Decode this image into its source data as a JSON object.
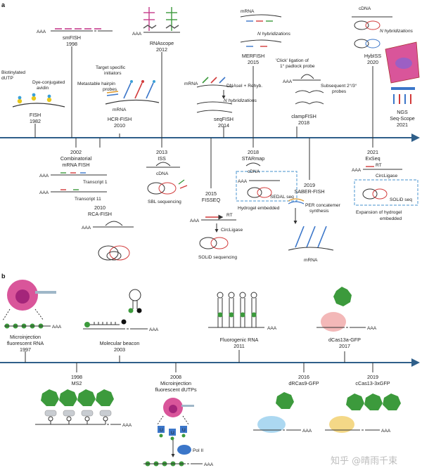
{
  "panel_a": "a",
  "panel_b": "b",
  "a": {
    "top": [
      {
        "id": "fish",
        "lines": [
          "FISH",
          "1982"
        ],
        "extras": [
          "Biotinylated",
          "dUTP",
          "Dye-conjugated",
          "avidin"
        ]
      },
      {
        "id": "smfish",
        "lines": [
          "smFISH",
          "1998"
        ],
        "extras": [
          "AAA"
        ]
      },
      {
        "id": "hcr",
        "lines": [
          "HCR-FISH",
          "2010"
        ],
        "extras": [
          "Target specific",
          "initiators",
          "Metastable hairpin",
          "probes",
          "mRNA"
        ]
      },
      {
        "id": "rnascope",
        "lines": [
          "RNAscope",
          "2012"
        ],
        "extras": [
          "AAA"
        ]
      },
      {
        "id": "seqfish",
        "lines": [
          "seqFISH",
          "2014"
        ],
        "extras": [
          "mRNA",
          "DNAseI + Rehyb.",
          "N hybridizations"
        ]
      },
      {
        "id": "merfish",
        "lines": [
          "MERFISH",
          "2015"
        ],
        "extras": [
          "mRNA",
          "N hybridizations"
        ]
      },
      {
        "id": "clampfish",
        "lines": [
          "clampFISH",
          "2018"
        ],
        "extras": [
          "'Click' ligation of",
          "1° padlock probe",
          "AAA",
          "Subsequent 2°/3°",
          "probes"
        ]
      },
      {
        "id": "hybiss",
        "lines": [
          "HybISS",
          "2020"
        ],
        "extras": [
          "cDNA",
          "N hybridizations"
        ]
      },
      {
        "id": "seqscope",
        "lines": [
          "NGS",
          "Seq-Scope",
          "2021"
        ],
        "extras": []
      }
    ],
    "bottom": [
      {
        "id": "combi",
        "lines": [
          "2002",
          "Combinatorial",
          "mRNA FISH"
        ],
        "extras": [
          "AAA",
          "Transcript 1",
          "AAA",
          "Transcript 11"
        ]
      },
      {
        "id": "rca",
        "lines": [
          "2010",
          "RCA-FISH"
        ],
        "extras": [
          "AAA"
        ]
      },
      {
        "id": "iss",
        "lines": [
          "2013",
          "ISS",
          "cDNA"
        ],
        "extras": [
          "SBL sequencing"
        ]
      },
      {
        "id": "fisseq",
        "lines": [
          "2015",
          "FISSEQ"
        ],
        "extras": [
          "RT",
          "AAA",
          "CircLigase",
          "SOLiD sequencing"
        ]
      },
      {
        "id": "starmap",
        "lines": [
          "2018",
          "STARmap",
          "cDNA"
        ],
        "extras": [
          "AAA",
          "SEDAL seq",
          "Hydrogel embedded"
        ]
      },
      {
        "id": "saber",
        "lines": [
          "2019",
          "SABER-FISH"
        ],
        "extras": [
          "PER concatemer",
          "synthesis",
          "mRNA"
        ]
      },
      {
        "id": "exseq",
        "lines": [
          "2021",
          "ExSeq",
          "RT"
        ],
        "extras": [
          "AAA",
          "CircLigase",
          "SOLiD seq",
          "Expansion of hydrogel",
          "embedded"
        ]
      }
    ]
  },
  "b": {
    "top": [
      {
        "id": "micro1997",
        "lines": [
          "Microinjection",
          "fluorescent RNA",
          "1997"
        ],
        "extras": [
          "AAA"
        ]
      },
      {
        "id": "beacon",
        "lines": [
          "Molecular beacon",
          "2003"
        ],
        "extras": [
          "AAA"
        ]
      },
      {
        "id": "fluorogenic",
        "lines": [
          "Fluorogenic RNA",
          "2011"
        ],
        "extras": [
          "AAA"
        ]
      },
      {
        "id": "dcas13a",
        "lines": [
          "dCas13a-GFP",
          "2017"
        ],
        "extras": [
          "AAA"
        ]
      }
    ],
    "bottom": [
      {
        "id": "ms2",
        "lines": [
          "1998",
          "MS2"
        ],
        "extras": [
          "AAA"
        ]
      },
      {
        "id": "micro2008",
        "lines": [
          "2008",
          "Microinjection",
          "fluorescent dUTPs"
        ],
        "extras": [
          "U",
          "U",
          "U",
          "Pol II",
          "AAA"
        ]
      },
      {
        "id": "drcas9",
        "lines": [
          "2016",
          "dRCas9-GFP"
        ],
        "extras": [
          "AAA"
        ]
      },
      {
        "id": "ccas13",
        "lines": [
          "2019",
          "cCas13-3xGFP"
        ],
        "extras": [
          "AAA"
        ]
      }
    ]
  },
  "watermark": "知乎 @晴雨千束",
  "colors": {
    "axis": "#2f5f8a",
    "tick": "#333",
    "cell": "#d9559a",
    "gfp": "#3c9a3c",
    "blue": "#3b76c9",
    "red": "#d23a3a"
  }
}
